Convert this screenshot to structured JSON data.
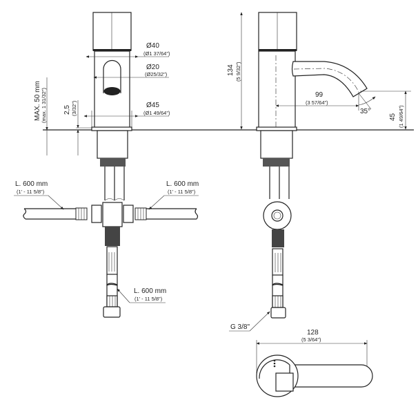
{
  "front_view": {
    "d40": "Ø40",
    "d40_in": "(Ø1 37/64\")",
    "d20": "Ø20",
    "d20_in": "(Ø25/32\")",
    "d45": "Ø45",
    "d45_in": "(Ø1 49/64\")",
    "max": "MAX. 50 mm",
    "max_in": "(max. 1 31/32\")",
    "gap": "2,5",
    "gap_in": "(3/32\")"
  },
  "side_view": {
    "height": "134",
    "height_in": "(5 9/32\")",
    "reach": "99",
    "reach_in": "(3 57/64\")",
    "angle": "35°",
    "spout_h": "45",
    "spout_h_in": "(1 49/64\")"
  },
  "hoses": {
    "left": "L. 600 mm",
    "left_in": "(1' - 11 5/8\")",
    "right": "L. 600 mm",
    "right_in": "(1' - 11 5/8\")",
    "bottom": "L. 600 mm",
    "bottom_in": "(1' - 11 5/8\")",
    "thread": "G 3/8\""
  },
  "top_view": {
    "length": "128",
    "length_in": "(5 3/64\")"
  }
}
